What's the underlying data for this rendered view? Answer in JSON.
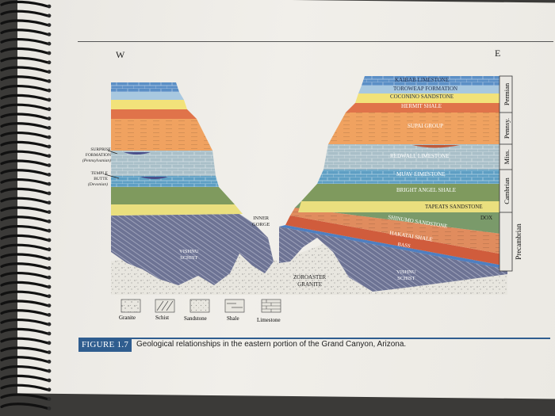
{
  "compass": {
    "west": "W",
    "east": "E"
  },
  "periods": [
    "Permian",
    "Pennsy.",
    "Miss.",
    "Cambrian",
    "Precambrian"
  ],
  "east_layers": [
    "KAIBAB LIMESTONE",
    "TOROWEAP FORMATION",
    "COCONINO SANDSTONE",
    "HERMIT SHALE",
    "SUPAI GROUP",
    "REDWALL LIMESTONE",
    "MUAV LIMESTONE",
    "BRIGHT ANGEL SHALE",
    "TAPEATS SANDSTONE",
    "SHINUMO SANDSTONE",
    "DOX",
    "HAKATAI SHALE",
    "BASS"
  ],
  "west_labels": {
    "surprise": [
      "SURPRISE",
      "FORMATION",
      "(Pennsylvanian)"
    ],
    "temple": [
      "TEMPLE",
      "BUTTE",
      "(Devonian)"
    ]
  },
  "inner_gorge": [
    "INNER",
    "GORGE"
  ],
  "vishnu_west": [
    "VISHNU",
    "SCHIST"
  ],
  "vishnu_east": [
    "VISHNU",
    "SCHIST"
  ],
  "zoroaster": [
    "ZOROASTER",
    "GRANITE"
  ],
  "legend": [
    "Granite",
    "Schist",
    "Sandstone",
    "Shale",
    "Limestone"
  ],
  "caption": {
    "label": "FIGURE 1.7",
    "text": "Geological relationships in the eastern portion of the Grand Canyon, Arizona."
  },
  "colors": {
    "kaibab": "#5b8fc6",
    "toroweap": "#a8c8e0",
    "coconino": "#f2e27a",
    "hermit": "#e0734a",
    "supai": "#f0a260",
    "redwall": "#a9bfc8",
    "muav": "#5e9fc4",
    "bright_angel": "#7f9a5e",
    "tapeats": "#eadf7e",
    "shinumo": "#e08c5e",
    "hakatai": "#d05c3c",
    "bass": "#4f7fc0",
    "schist": "#6d7394",
    "granite": "#e8e6df",
    "caption": "#2f5d8f"
  }
}
